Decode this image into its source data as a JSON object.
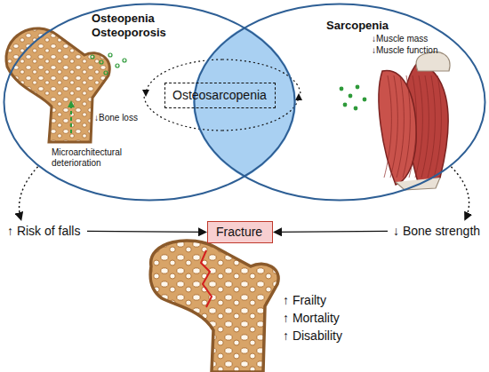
{
  "diagram": {
    "nodes": [
      {
        "text": [
          "Osteopenia Osteoporosis"
        ]
      },
      {
        "text": [
          "Sarcopenia"
        ]
      },
      {
        "text": [
          "Osteosarcopenia"
        ]
      },
      {
        "text": [
          "↑ Risk of falls"
        ]
      },
      {
        "text": [
          "Fracture"
        ]
      },
      {
        "text": [
          "↓ Bone strength"
        ]
      }
    ],
    "edges": [
      {
        "from": 0,
        "to": 3,
        "arrow": "to"
      },
      {
        "from": 1,
        "to": 5,
        "arrow": "to"
      },
      {
        "from": 3,
        "to": 4,
        "arrow": "to"
      },
      {
        "from": 5,
        "to": 4,
        "arrow": "to"
      }
    ],
    "labels": [
      "↓Bone loss",
      "Microarchitectural deterioration",
      "↓Muscle mass",
      "↓Muscle function",
      "↑ Frailty",
      "↑ Mortality",
      "↑ Disability"
    ]
  }
}
